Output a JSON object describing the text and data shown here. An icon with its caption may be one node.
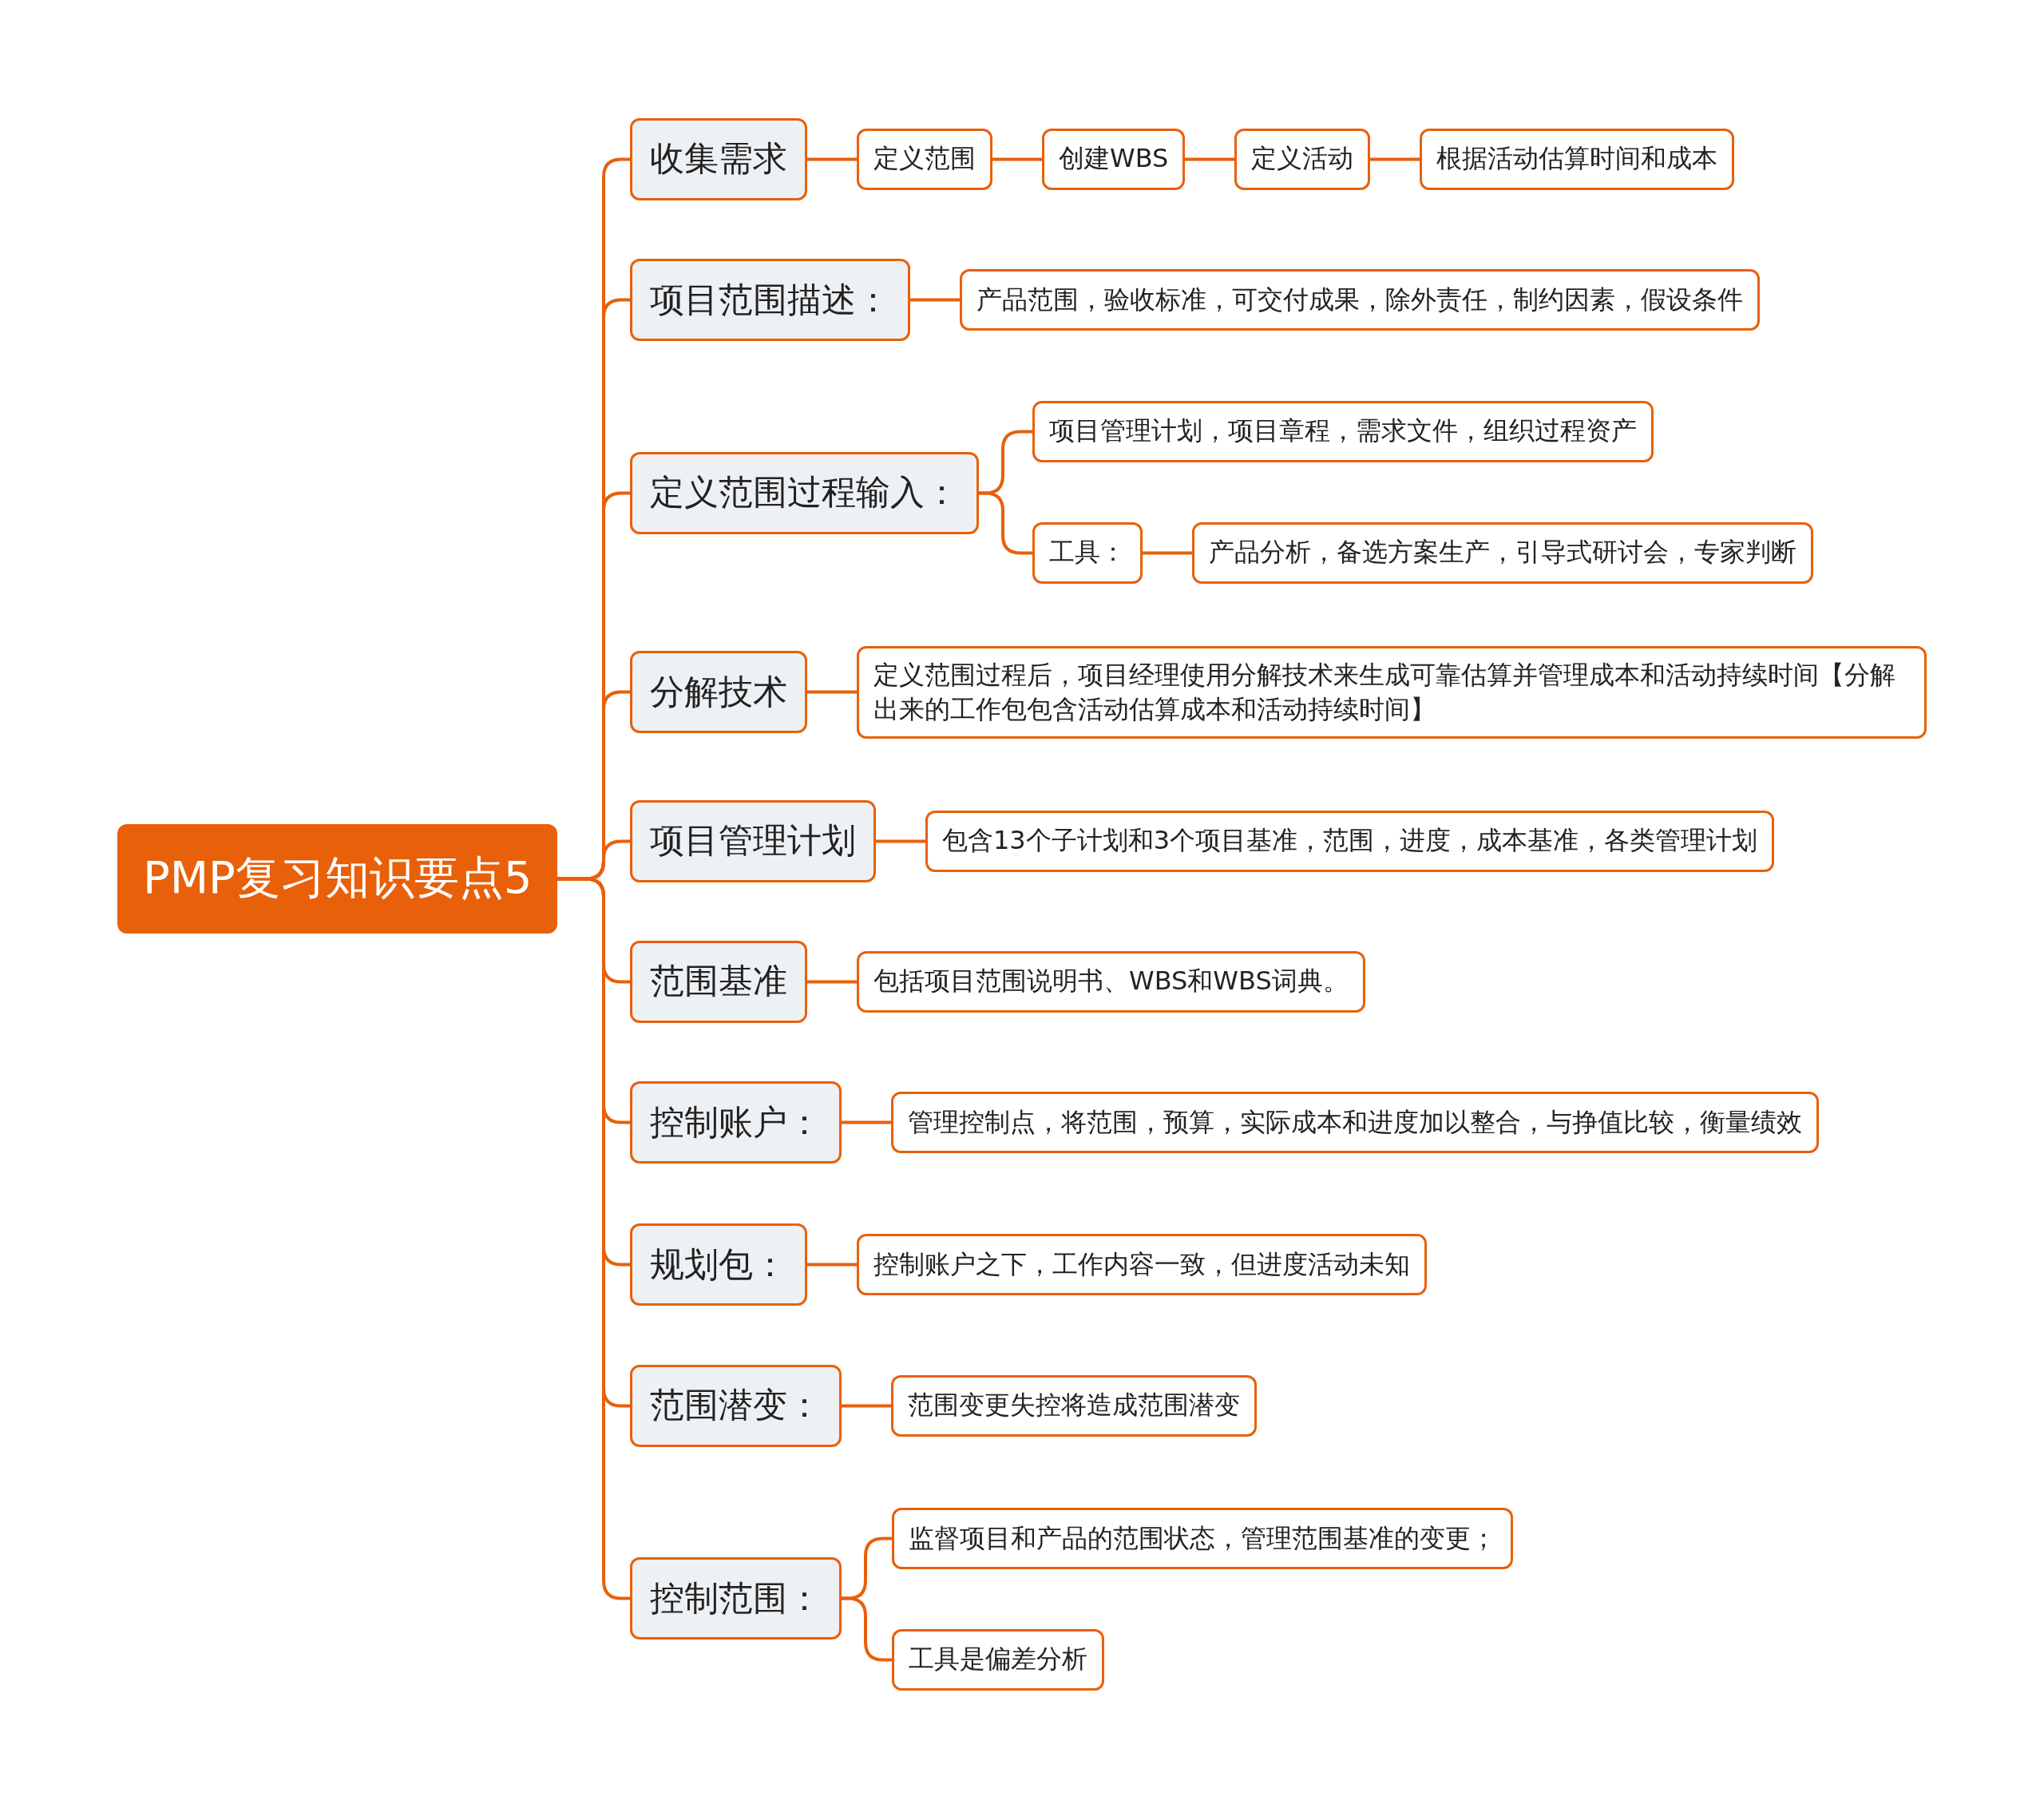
{
  "diagram": {
    "nodes": [
      {
        "text": [
          "PMP复习知识要点5"
        ]
      },
      {
        "text": [
          "收集需求"
        ]
      },
      {
        "text": [
          "定义范围"
        ]
      },
      {
        "text": [
          "创建WBS"
        ]
      },
      {
        "text": [
          "定义活动"
        ]
      },
      {
        "text": [
          "根据活动估算时间和成本"
        ]
      },
      {
        "text": [
          "项目范围描述："
        ]
      },
      {
        "text": [
          "产品范围，验收标准，可交付成果，除外责任，制约因素，假设条件"
        ]
      },
      {
        "text": [
          "定义范围过程输入："
        ]
      },
      {
        "text": [
          "项目管理计划，项目章程，需求文件，组织过程资产"
        ]
      },
      {
        "text": [
          "工具："
        ]
      },
      {
        "text": [
          "产品分析，备选方案生产，引导式研讨会，专家判断"
        ]
      },
      {
        "text": [
          "分解技术"
        ]
      },
      {
        "text": [
          "定义范围过程后，项目经理使用分解技术来生成可靠估算并管理成本和活动持续时间【分解出来的工作包包含活动估算成本和活动持续时间】"
        ]
      },
      {
        "text": [
          "项目管理计划"
        ]
      },
      {
        "text": [
          "包含13个子计划和3个项目基准，范围，进度，成本基准，各类管理计划"
        ]
      },
      {
        "text": [
          "范围基准"
        ]
      },
      {
        "text": [
          "包括项目范围说明书、WBS和WBS词典。"
        ]
      },
      {
        "text": [
          "控制账户："
        ]
      },
      {
        "text": [
          "管理控制点，将范围，预算，实际成本和进度加以整合，与挣值比较，衡量绩效"
        ]
      },
      {
        "text": [
          "规划包："
        ]
      },
      {
        "text": [
          "控制账户之下，工作内容一致，但进度活动未知"
        ]
      },
      {
        "text": [
          "范围潜变："
        ]
      },
      {
        "text": [
          "范围变更失控将造成范围潜变"
        ]
      },
      {
        "text": [
          "控制范围："
        ]
      },
      {
        "text": [
          "监督项目和产品的范围状态，管理范围基准的变更；"
        ]
      },
      {
        "text": [
          "工具是偏差分析"
        ]
      }
    ],
    "edges": [
      {
        "from": 0,
        "to": 1,
        "arrow": "none"
      },
      {
        "from": 1,
        "to": 2,
        "arrow": "none"
      },
      {
        "from": 2,
        "to": 3,
        "arrow": "none"
      },
      {
        "from": 3,
        "to": 4,
        "arrow": "none"
      },
      {
        "from": 4,
        "to": 5,
        "arrow": "none"
      },
      {
        "from": 0,
        "to": 6,
        "arrow": "none"
      },
      {
        "from": 6,
        "to": 7,
        "arrow": "none"
      },
      {
        "from": 0,
        "to": 8,
        "arrow": "none"
      },
      {
        "from": 8,
        "to": 9,
        "arrow": "none"
      },
      {
        "from": 8,
        "to": 10,
        "arrow": "none"
      },
      {
        "from": 10,
        "to": 11,
        "arrow": "none"
      },
      {
        "from": 0,
        "to": 12,
        "arrow": "none"
      },
      {
        "from": 12,
        "to": 13,
        "arrow": "none"
      },
      {
        "from": 0,
        "to": 14,
        "arrow": "none"
      },
      {
        "from": 14,
        "to": 15,
        "arrow": "none"
      },
      {
        "from": 0,
        "to": 16,
        "arrow": "none"
      },
      {
        "from": 16,
        "to": 17,
        "arrow": "none"
      },
      {
        "from": 0,
        "to": 18,
        "arrow": "none"
      },
      {
        "from": 18,
        "to": 19,
        "arrow": "none"
      },
      {
        "from": 0,
        "to": 20,
        "arrow": "none"
      },
      {
        "from": 20,
        "to": 21,
        "arrow": "none"
      },
      {
        "from": 0,
        "to": 22,
        "arrow": "none"
      },
      {
        "from": 22,
        "to": 23,
        "arrow": "none"
      },
      {
        "from": 0,
        "to": 24,
        "arrow": "none"
      },
      {
        "from": 24,
        "to": 25,
        "arrow": "none"
      },
      {
        "from": 24,
        "to": 26,
        "arrow": "none"
      }
    ]
  }
}
